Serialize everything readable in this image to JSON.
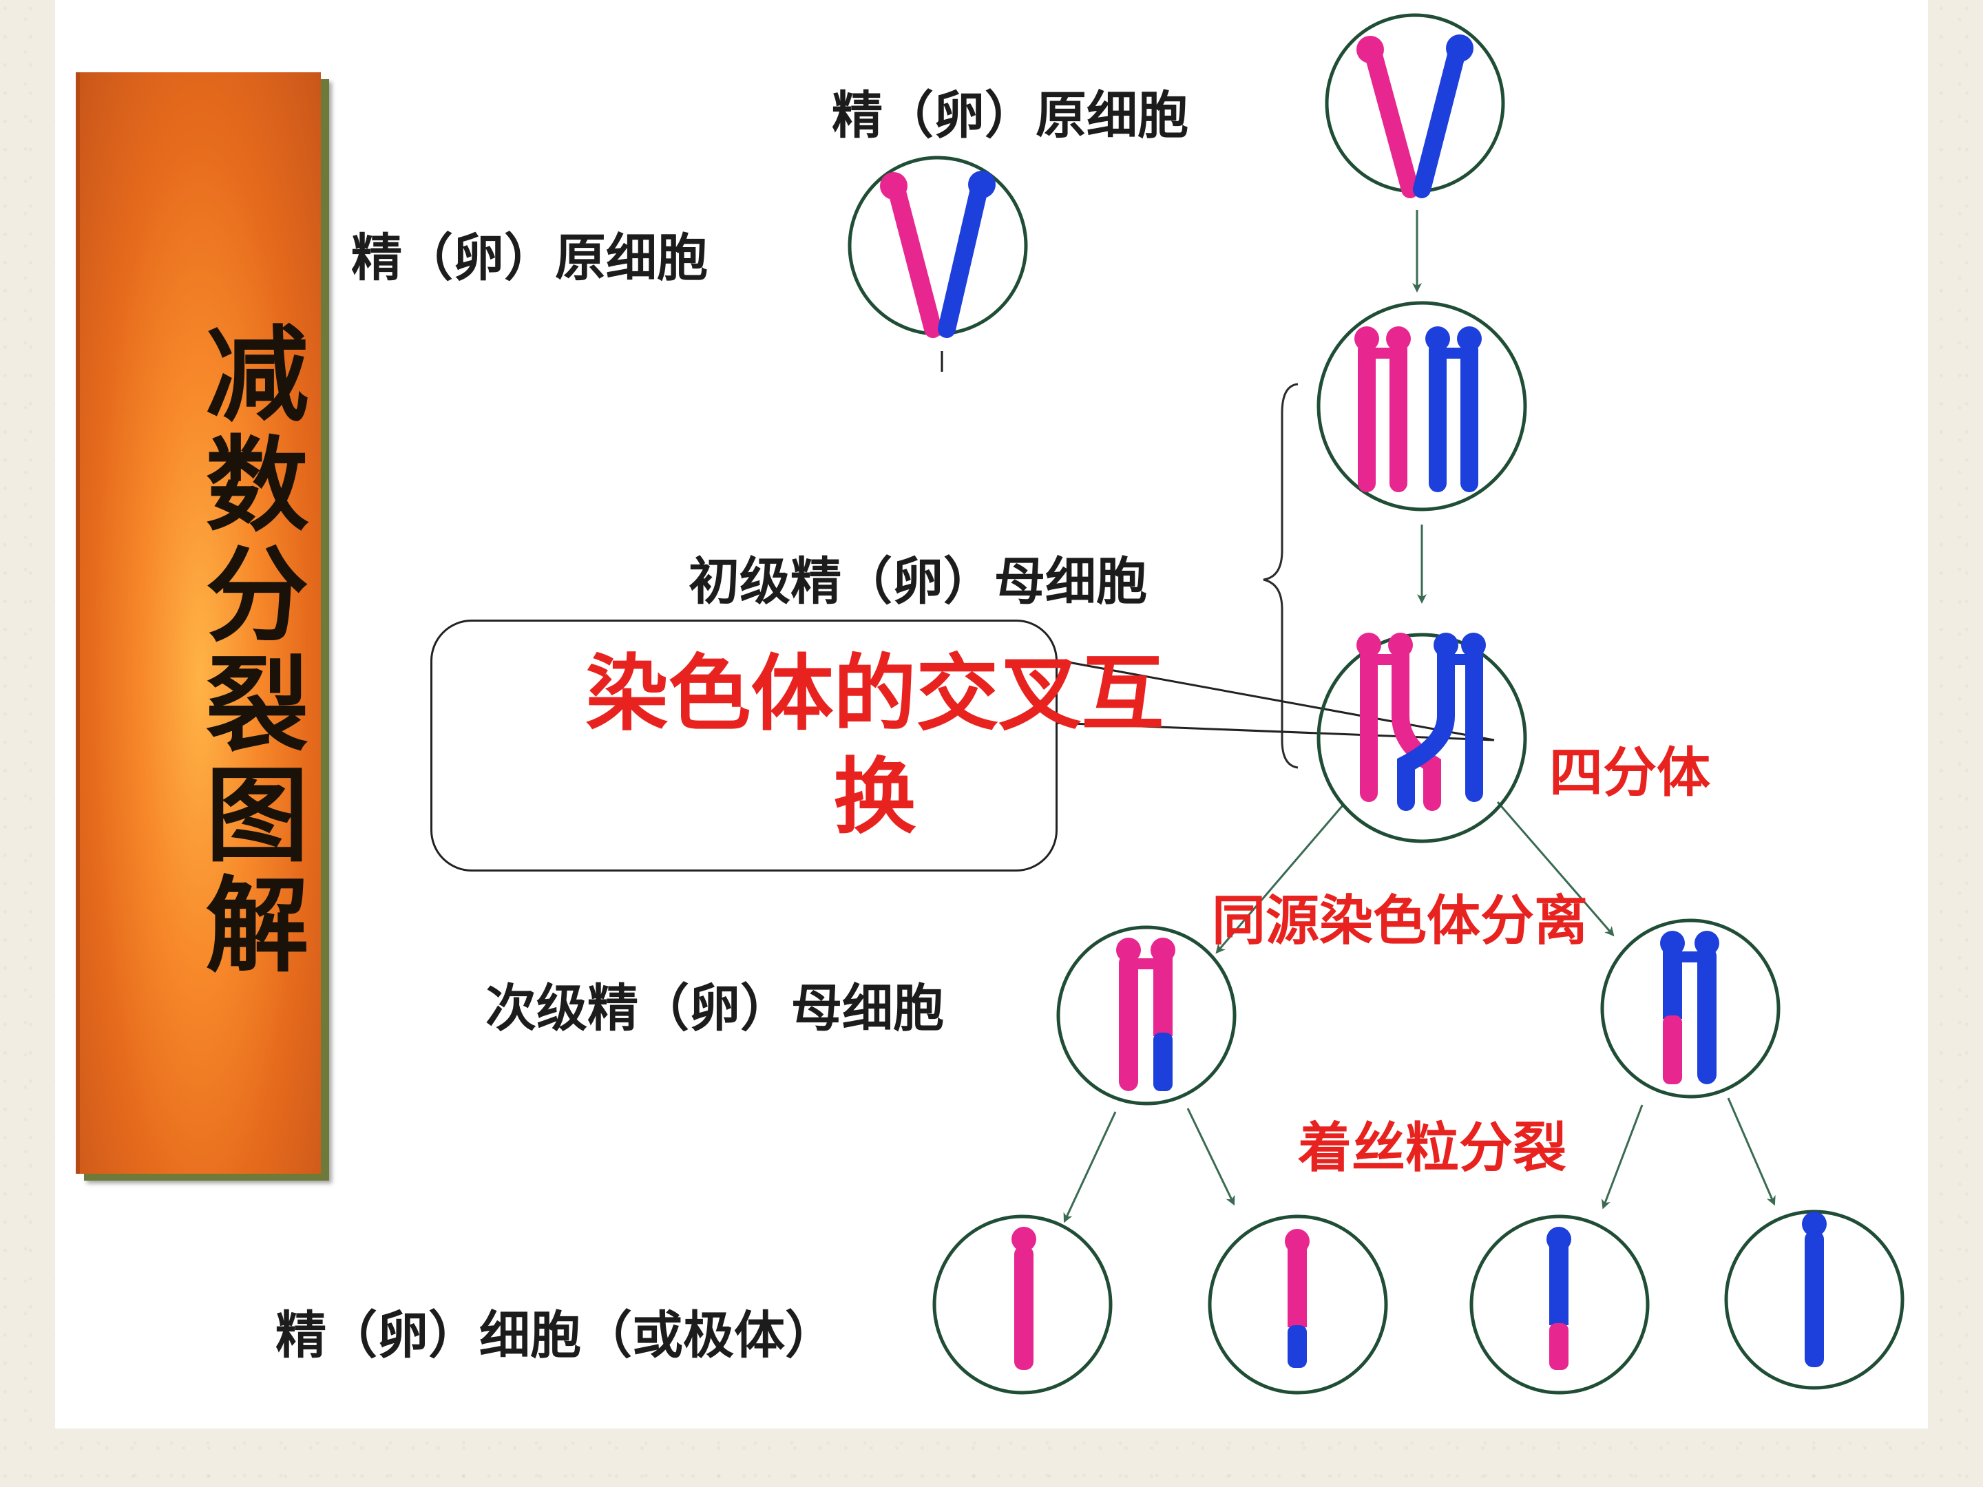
{
  "title": "减数分裂图解",
  "labels": {
    "spermatogonium_top": "精（卵）原细胞",
    "spermatogonium_left": "精（卵）原细胞",
    "primary_cell": "初级精（卵）母细胞",
    "secondary_cell": "次级精（卵）母细胞",
    "gamete_cell": "精（卵）细胞（或极体）"
  },
  "annotations": {
    "crossing_over": "染色体的交叉互换",
    "tetrad": "四分体",
    "homolog_separation": "同源染色体分离",
    "centromere_split": "着丝粒分裂"
  },
  "colors": {
    "pink": "#e8268f",
    "blue": "#1d3fdc",
    "cell_border": "#1f4d35",
    "arrow": "#3a6b52",
    "red_text": "#e8231f",
    "banner": "#f7882a"
  }
}
